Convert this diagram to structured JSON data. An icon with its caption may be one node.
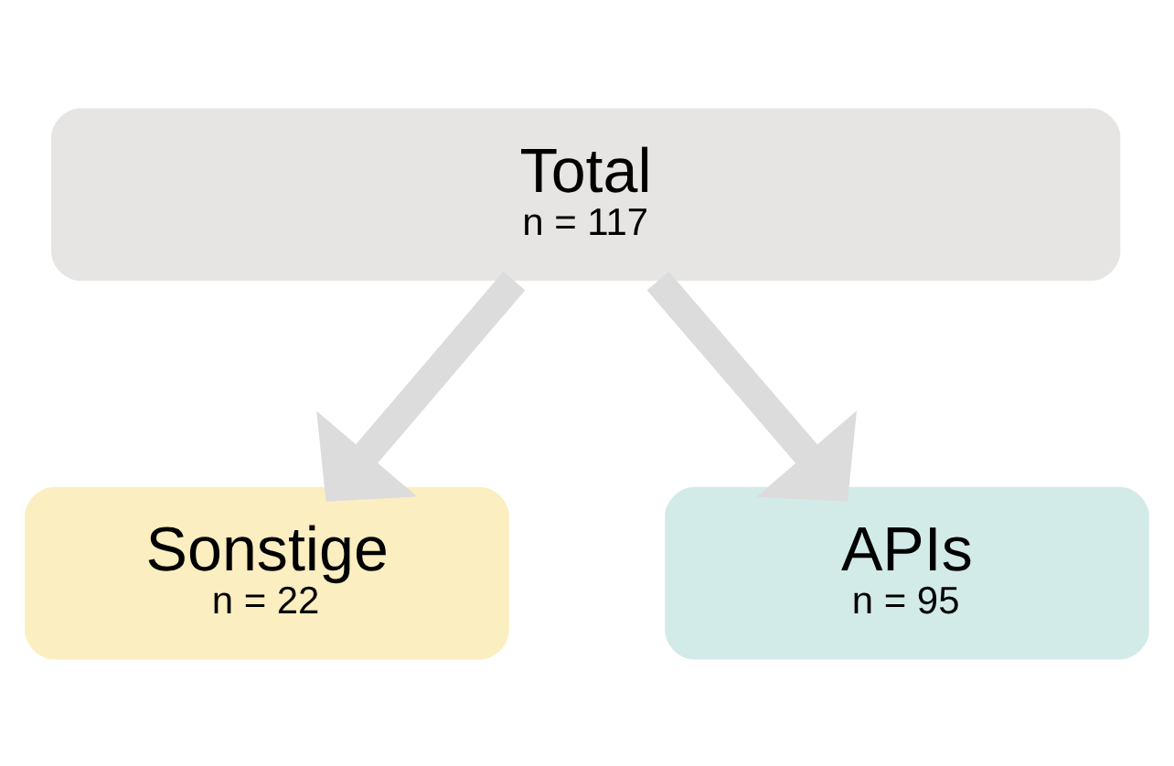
{
  "diagram": {
    "nodes": [
      {
        "text": [
          "Total",
          "n = 117"
        ]
      },
      {
        "text": [
          "Sonstige",
          "n = 22"
        ]
      },
      {
        "text": [
          "APIs",
          "n = 95"
        ]
      }
    ],
    "edges": [
      {
        "from": 0,
        "to": 1,
        "arrow": "to"
      },
      {
        "from": 0,
        "to": 2,
        "arrow": "to"
      }
    ]
  }
}
